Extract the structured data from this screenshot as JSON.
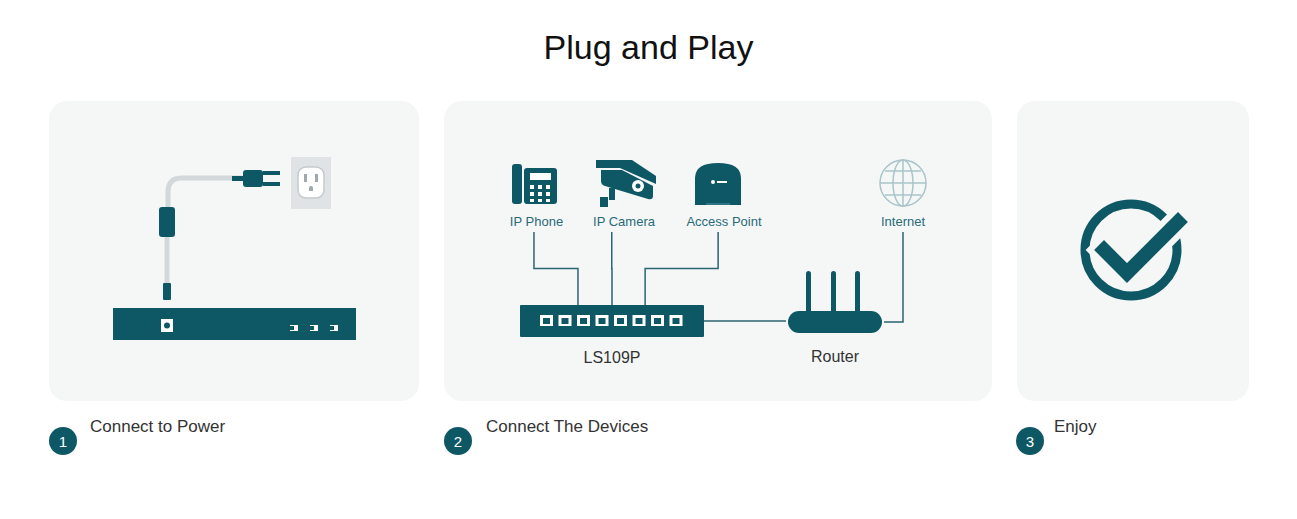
{
  "diagram": {
    "title": "Plug and Play",
    "nodes": [
      {
        "text": [
          "Connect to Power"
        ]
      },
      {
        "text": [
          "Connect The Devices"
        ]
      },
      {
        "text": [
          "IP Phone"
        ],
        "in": 1
      },
      {
        "text": [
          "IP Camera"
        ],
        "in": 1
      },
      {
        "text": [
          "Access Point"
        ],
        "in": 1
      },
      {
        "text": [
          "Internet"
        ],
        "in": 1
      },
      {
        "text": [
          "LS109P"
        ],
        "in": 1
      },
      {
        "text": [
          "Router"
        ],
        "in": 1
      },
      {
        "text": [
          "Enjoy"
        ]
      },
      {
        "text": [
          "1"
        ]
      },
      {
        "text": [
          "2"
        ]
      },
      {
        "text": [
          "3"
        ]
      }
    ],
    "edges": [
      {
        "from": 2,
        "to": 6,
        "arrow": "none"
      },
      {
        "from": 3,
        "to": 6,
        "arrow": "none"
      },
      {
        "from": 4,
        "to": 6,
        "arrow": "none"
      },
      {
        "from": 6,
        "to": 7,
        "arrow": "none"
      },
      {
        "from": 7,
        "to": 5,
        "arrow": "none"
      }
    ]
  }
}
